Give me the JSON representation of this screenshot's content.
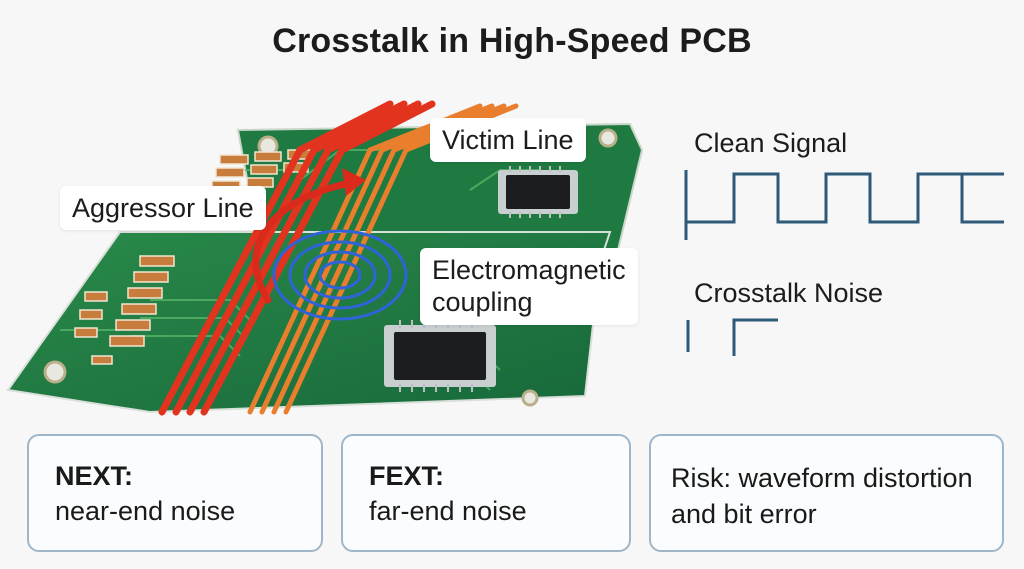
{
  "title": "Crosstalk in High-Speed PCB",
  "labels": {
    "aggressor": "Aggressor Line",
    "victim": "Victim Line",
    "coupling": "Electromagnetic\ncoupling",
    "clean_signal": "Clean Signal",
    "crosstalk_noise": "Crosstalk Noise"
  },
  "cards": [
    {
      "head": "NEXT:",
      "body": "near-end noise"
    },
    {
      "head": "FEXT:",
      "body": "far-end noise"
    },
    {
      "text": "Risk: waveform distortion\nand bit error"
    }
  ],
  "colors": {
    "board": "#1f7a3e",
    "aggressor_trace": "#e2331f",
    "victim_trace": "#e97f2d",
    "coupling_rings": "#2f63d8",
    "waveform": "#2e5a7a",
    "card_border": "#9fb6c9"
  }
}
